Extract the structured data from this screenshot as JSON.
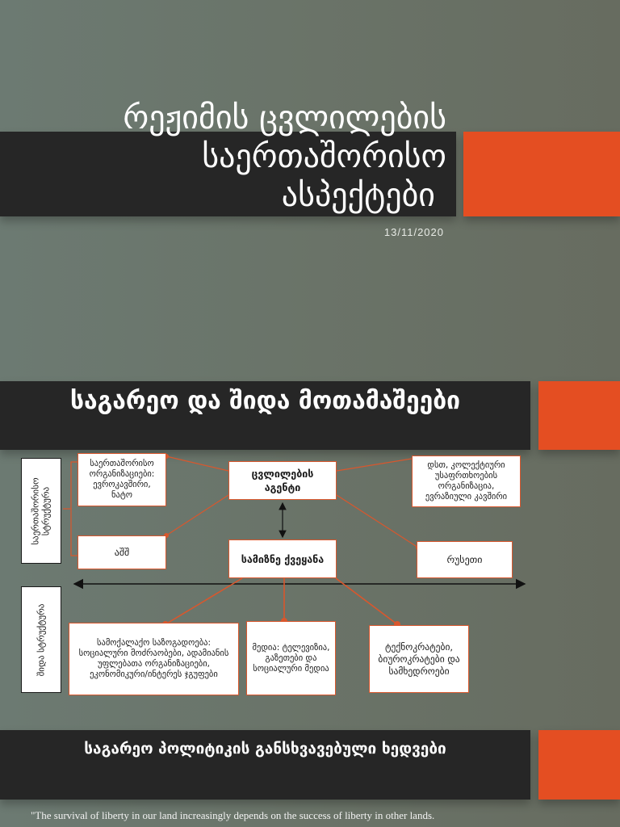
{
  "slides": [
    {
      "title_lines": [
        "რეჟიმის ცვლილების",
        "საერთაშორისო",
        "ასპექტები"
      ],
      "date": "13/11/2020"
    },
    {
      "title": "საგარეო და შიდა მოთამაშეები",
      "diagram": {
        "vertical_labels": {
          "international": "საერთაშორისო სტრუქტურა",
          "domestic": "შიდა სტრუქტურა"
        },
        "boxes": {
          "international_orgs": "საერთაშორისო ორგანიზაციები: ევროკავშირი, ნატო",
          "usa": "აშშ",
          "change_agents": "ცვლილების აგენტი",
          "target_country": "სამიზნე ქვეყანა",
          "csto": "დსთ, კოლექტიური უსაფრთხოების ორგანიზაცია, ევრაზიული კავშირი",
          "russia": "რუსეთი",
          "civil_society": "სამოქალაქო საზოგადოება: სოციალური მოძრაობები, ადამიანის უფლებათა ორგანიზაციები, ეკონომიკური/ინტერეს ჯგუფები",
          "media": "მედია: ტელევიზია, გაზეთები და სოციალური მედია",
          "technocrats": "ტექნოკრატები, ბიუროკრატები და სამხედროები"
        }
      }
    },
    {
      "title": "საგარეო პოლიტიკის განსხვავებული ხედვები",
      "quote": "\"The survival of liberty in our land increasingly depends on the success of liberty in other lands."
    }
  ],
  "colors": {
    "accent": "#e44e22",
    "dark_bar": "#262626",
    "background": "#6a7469",
    "connector": "#d9572d"
  }
}
